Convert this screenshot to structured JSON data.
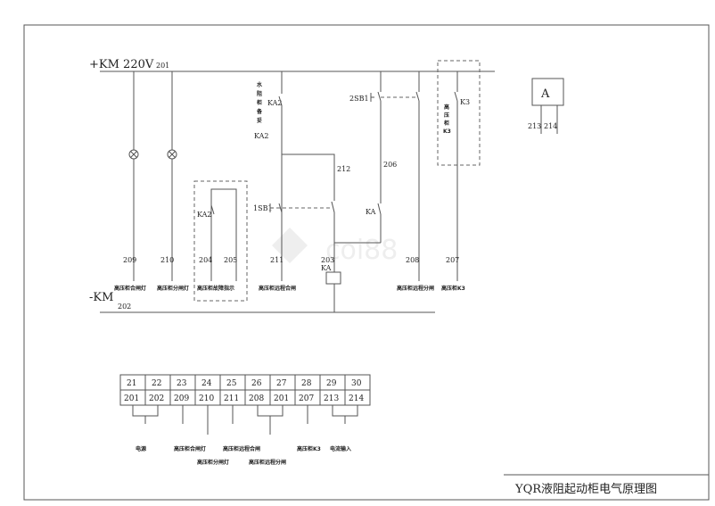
{
  "title": "YQR液阻起动柜电气原理图",
  "bus": {
    "positive": "+KM 220V",
    "positive_node": "201",
    "negative": "-KM",
    "negative_node": "202"
  },
  "branches": {
    "lamp1_node": "209",
    "lamp2_node": "210",
    "fault_nodes": [
      "204",
      "205"
    ],
    "fault_contact": "KA2",
    "ready_label": [
      "水",
      "阻",
      "柜",
      "备",
      "妥",
      "KA2"
    ],
    "ready_contact": "KA2",
    "node_212": "212",
    "start_button": "1SB1",
    "node_211": "211",
    "node_203": "203",
    "relay_coil": "KA",
    "stop_button": "2SB1",
    "node_206": "206",
    "ka_contact": "KA",
    "node_208": "208",
    "node_207": "207",
    "k3_contact": "K3",
    "k3_box_label": [
      "高",
      "压",
      "柜",
      "K3"
    ]
  },
  "ammeter": {
    "symbol": "A",
    "terminals": [
      "213",
      "214"
    ]
  },
  "terminal_labels": [
    "高压柜合闸灯",
    "高压柜分闸灯",
    "高压柜故障指示",
    "高压柜远程合闸",
    "高压柜远程分闸",
    "高压柜K3"
  ],
  "terminal_block": {
    "top": [
      "21",
      "22",
      "23",
      "24",
      "25",
      "26",
      "27",
      "28",
      "29",
      "30"
    ],
    "bottom": [
      "201",
      "202",
      "209",
      "210",
      "211",
      "208",
      "201",
      "207",
      "213",
      "214"
    ],
    "labels": [
      "电源",
      "高压柜合闸灯",
      "高压柜分闸灯",
      "高压柜远程合闸",
      "高压柜远程分闸",
      "高压柜K3",
      "电流输入"
    ]
  }
}
